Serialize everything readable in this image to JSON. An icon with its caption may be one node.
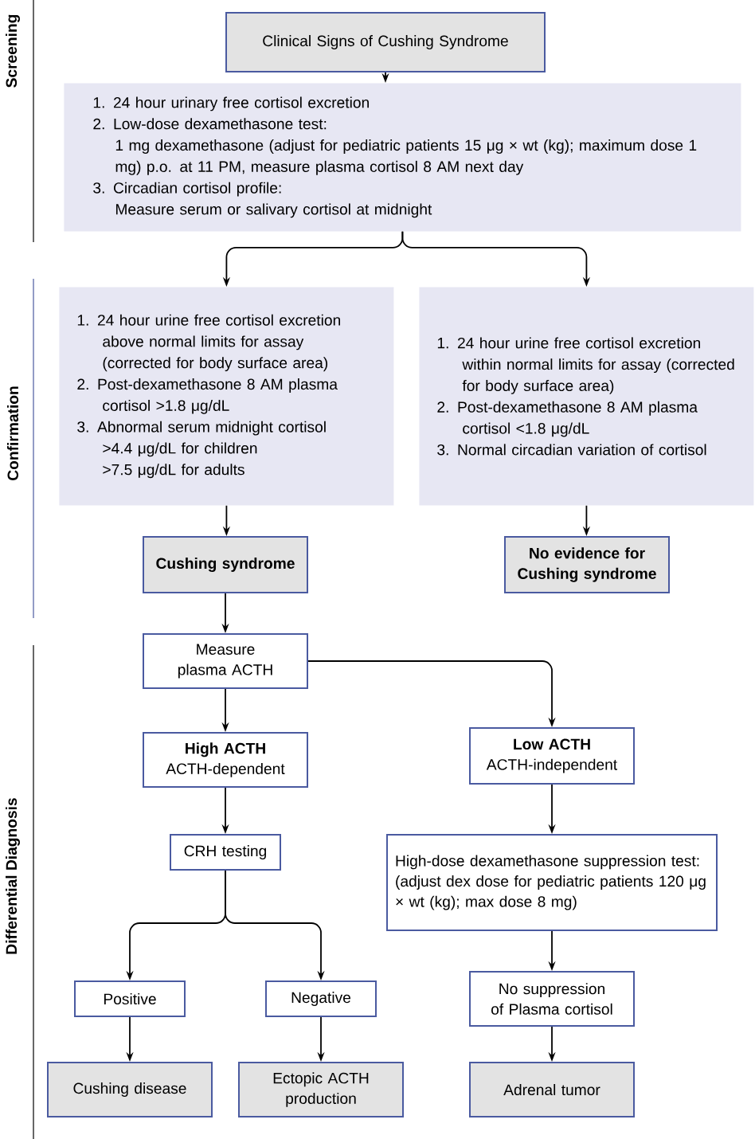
{
  "diagram": {
    "nodes": [
      {
        "text": [
          "Clinical Signs of Cushing Syndrome"
        ]
      },
      {
        "text": [
          "1. 24 hour urinary free cortisol excretion",
          "2. Low-dose dexamethasone test:",
          "1 mg dexamethasone (adjust for pediatric patients 15 μg × wt (kg); maximum dose 1 mg) p.o. at 11 PM, measure plasma cortisol 8 AM next day",
          "3. Circadian cortisol profile:",
          "Measure serum or salivary cortisol at midnight"
        ]
      },
      {
        "text": [
          "1. 24 hour urine free cortisol excretion above normal limits for assay (corrected for body surface area)",
          "2. Post-dexamethasone 8 AM plasma cortisol >1.8 μg/dL",
          "3. Abnormal serum midnight cortisol",
          ">4.4 μg/dL for children",
          ">7.5 μg/dL for adults"
        ]
      },
      {
        "text": [
          "1. 24 hour urine free cortisol excretion within normal limits for assay (corrected for body surface area)",
          "2. Post-dexamethasone 8 AM plasma cortisol <1.8 μg/dL",
          "3. Normal circadian variation of cortisol"
        ]
      },
      {
        "text": [
          "Cushing syndrome"
        ]
      },
      {
        "text": [
          "No evidence for Cushing syndrome"
        ]
      },
      {
        "text": [
          "Measure plasma ACTH"
        ]
      },
      {
        "text": [
          "High ACTH",
          "ACTH-dependent"
        ]
      },
      {
        "text": [
          "Low ACTH",
          "ACTH-independent"
        ]
      },
      {
        "text": [
          "CRH testing"
        ]
      },
      {
        "text": [
          "High-dose dexamethasone suppression test: (adjust dex dose for pediatric patients 120 μg × wt (kg); max dose 8 mg)"
        ]
      },
      {
        "text": [
          "Positive"
        ]
      },
      {
        "text": [
          "Negative"
        ]
      },
      {
        "text": [
          "No suppression of Plasma cortisol"
        ]
      },
      {
        "text": [
          "Cushing disease"
        ]
      },
      {
        "text": [
          "Ectopic ACTH production"
        ]
      },
      {
        "text": [
          "Adrenal tumor"
        ]
      }
    ],
    "edges": [
      {
        "from": 0,
        "to": 1,
        "arrow": "to"
      },
      {
        "from": 1,
        "to": 2,
        "arrow": "to"
      },
      {
        "from": 1,
        "to": 3,
        "arrow": "to"
      },
      {
        "from": 2,
        "to": 4,
        "arrow": "to"
      },
      {
        "from": 3,
        "to": 5,
        "arrow": "to"
      },
      {
        "from": 4,
        "to": 6,
        "arrow": "to"
      },
      {
        "from": 6,
        "to": 7,
        "arrow": "to"
      },
      {
        "from": 6,
        "to": 8,
        "arrow": "to"
      },
      {
        "from": 7,
        "to": 9,
        "arrow": "to"
      },
      {
        "from": 8,
        "to": 10,
        "arrow": "to"
      },
      {
        "from": 9,
        "to": 11,
        "arrow": "to"
      },
      {
        "from": 9,
        "to": 12,
        "arrow": "to"
      },
      {
        "from": 10,
        "to": 13,
        "arrow": "to"
      },
      {
        "from": 11,
        "to": 14,
        "arrow": "to"
      },
      {
        "from": 12,
        "to": 15,
        "arrow": "to"
      },
      {
        "from": 13,
        "to": 16,
        "arrow": "to"
      }
    ],
    "labels": [
      "Screening",
      "Confirmation",
      "Differential Diagnosis"
    ]
  }
}
